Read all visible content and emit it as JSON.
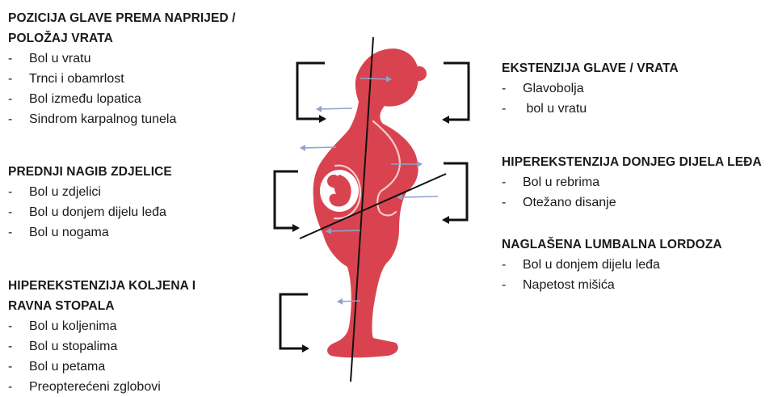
{
  "colors": {
    "body": "#d9434f",
    "outline": "#f6c9cd",
    "axis": "#111111",
    "bracket": "#111111",
    "force_arrow": "#8ea3cc"
  },
  "left": [
    {
      "id": "head-forward",
      "heading": "POZICIJA GLAVE PREMA NAPRIJED / POLOŽAJ VRATA",
      "items": [
        "Bol u vratu",
        "Trnci i obamrlost",
        "Bol između lopatica",
        "Sindrom karpalnog tunela"
      ]
    },
    {
      "id": "pelvic-tilt",
      "heading": "PREDNJI NAGIB ZDJELICE",
      "items": [
        "Bol u zdjelici",
        "Bol u donjem dijelu leđa",
        "Bol u nogama"
      ]
    },
    {
      "id": "knee-hyperextension",
      "heading": "HIPEREKSTENZIJA KOLJENA I RAVNA STOPALA",
      "items": [
        "Bol u koljenima",
        "Bol u stopalima",
        "Bol u petama",
        "Preopterećeni zglobovi"
      ]
    }
  ],
  "right": [
    {
      "id": "neck-extension",
      "heading": "EKSTENZIJA GLAVE / VRATA",
      "items": [
        "Glavobolja",
        " bol u vratu"
      ]
    },
    {
      "id": "lower-back-hyperextension",
      "heading": "HIPEREKSTENZIJA DONJEG DIJELA LEĐA",
      "items": [
        "Bol u rebrima",
        "Otežano disanje"
      ]
    },
    {
      "id": "lumbar-lordosis",
      "heading": "NAGLAŠENA LUMBALNA LORDOZA",
      "items": [
        "Bol u donjem dijelu leđa",
        "Napetost mišića"
      ]
    }
  ],
  "list_marker": "-"
}
